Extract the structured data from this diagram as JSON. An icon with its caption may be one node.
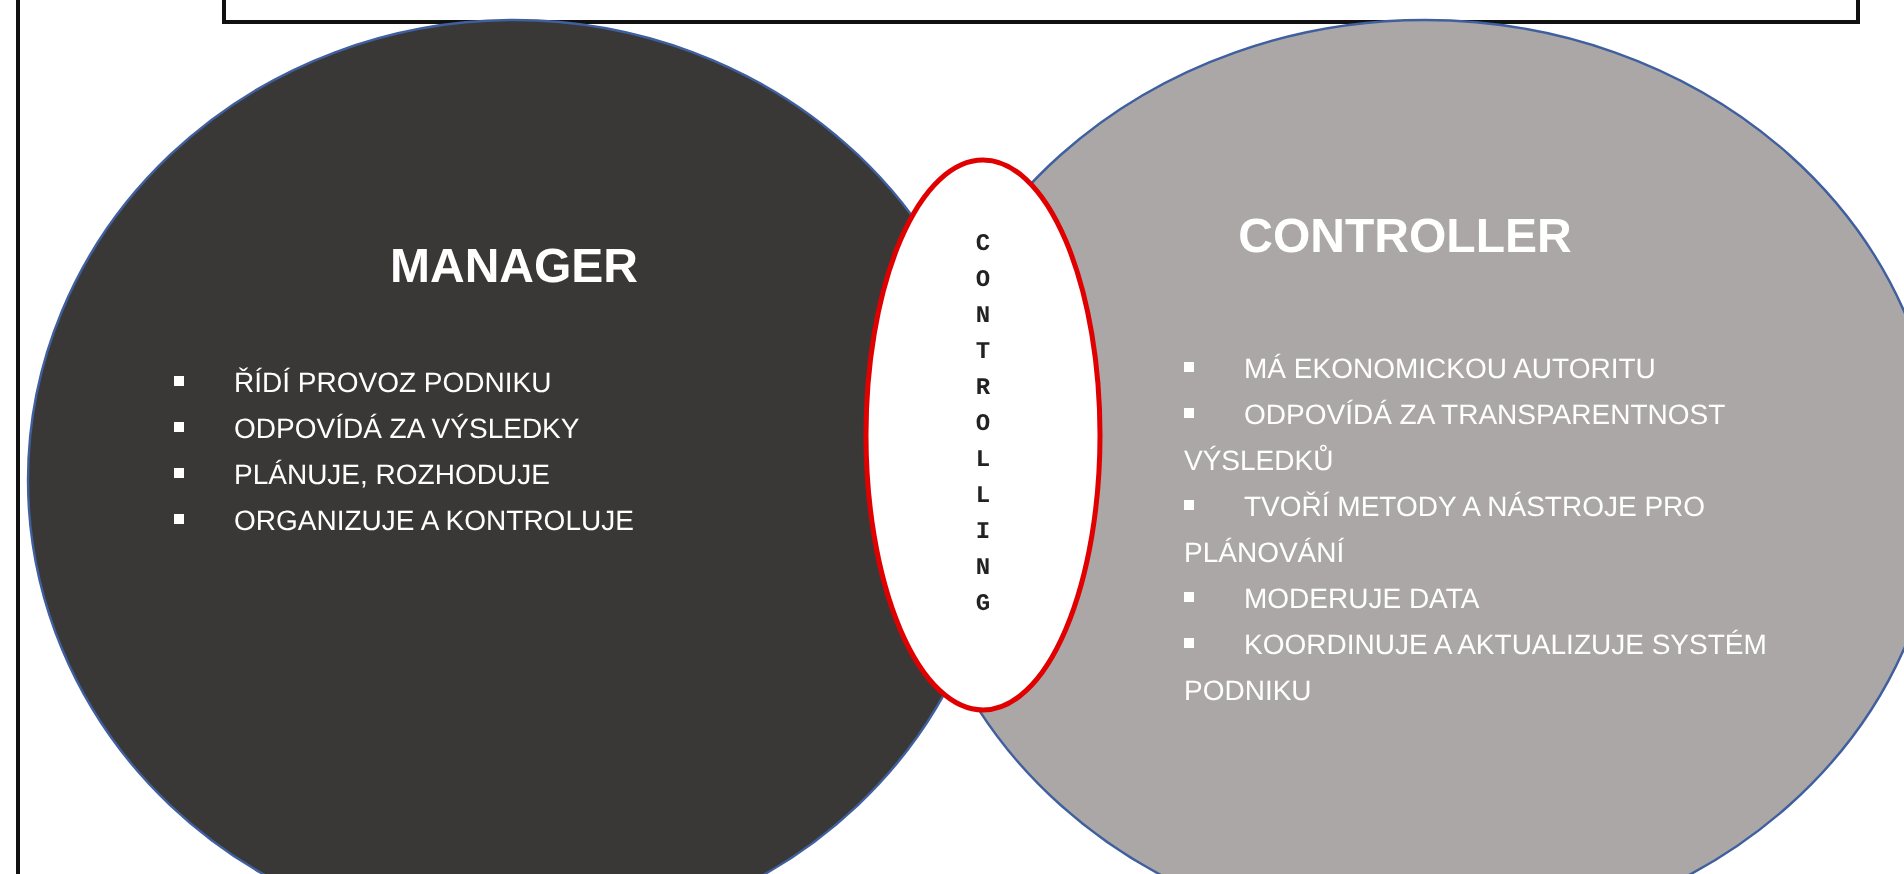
{
  "diagram": {
    "nodes": [
      {
        "text": [
          "MANAGER",
          "ŘÍDÍ PROVOZ PODNIKU",
          "ODPOVÍDÁ ZA VÝSLEDKY",
          "PLÁNUJE, ROZHODUJE",
          "ORGANIZUJE A KONTROLUJE"
        ]
      },
      {
        "text": [
          "CONTROLLING"
        ]
      },
      {
        "text": [
          "CONTROLLER",
          "MÁ EKONOMICKOU AUTORITU",
          "ODPOVÍDÁ ZA TRANSPARENTNOST VÝSLEDKŮ",
          "TVOŘÍ METODY A NÁSTROJE PRO PLÁNOVÁNÍ",
          "MODERUJE DATA",
          "KOORDINUJE A AKTUALIZUJE SYSTÉM PODNIKU"
        ]
      }
    ]
  }
}
